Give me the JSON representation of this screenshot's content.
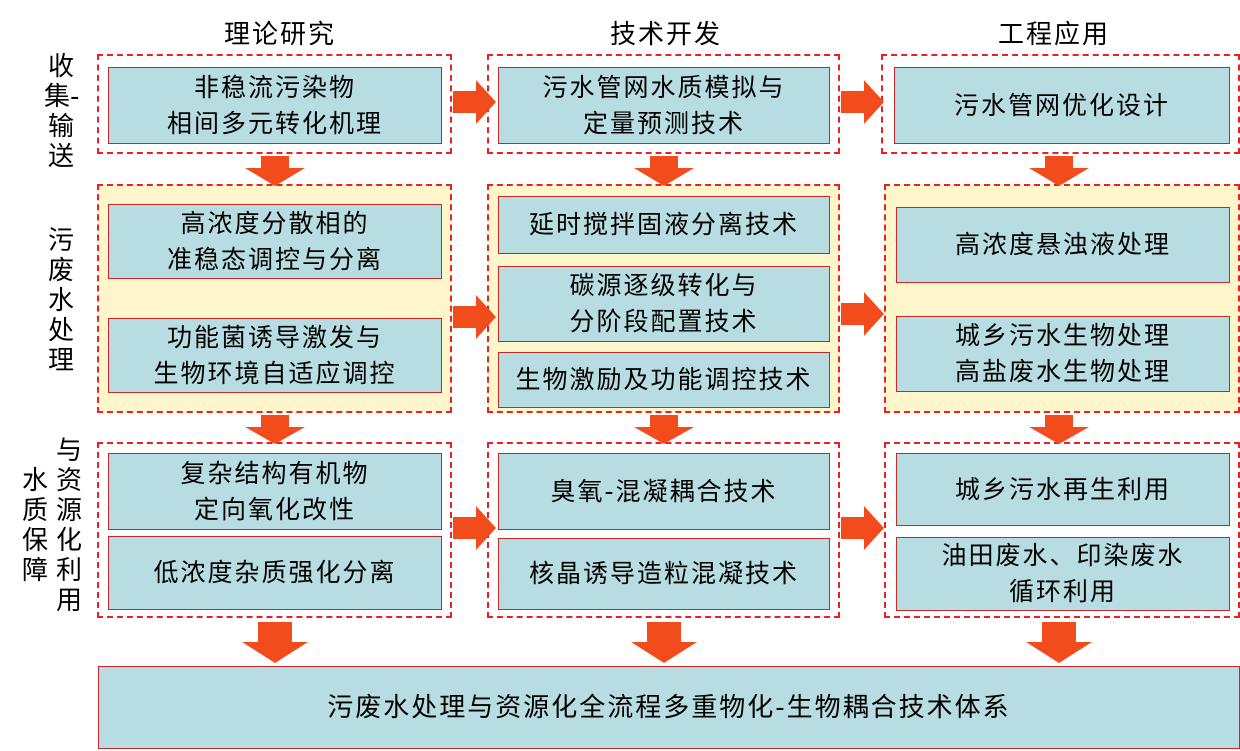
{
  "columns": {
    "theory": "理论研究",
    "tech": "技术开发",
    "engineering": "工程应用"
  },
  "rows": {
    "collect": "收集-输送",
    "treat": "污废水处理",
    "reuse_a": "与资源化利用",
    "reuse_b": "水质保障"
  },
  "boxes": {
    "r1_theory": "非稳流污染物\n相间多元转化机理",
    "r1_tech": "污水管网水质模拟与\n定量预测技术",
    "r1_eng": "污水管网优化设计",
    "r2_theory_1": "高浓度分散相的\n准稳态调控与分离",
    "r2_theory_2": "功能菌诱导激发与\n生物环境自适应调控",
    "r2_tech_1": "延时搅拌固液分离技术",
    "r2_tech_2": "碳源逐级转化与\n分阶段配置技术",
    "r2_tech_3": "生物激励及功能调控技术",
    "r2_eng_1": "高浓度悬浊液处理",
    "r2_eng_2": "城乡污水生物处理\n高盐废水生物处理",
    "r3_theory_1": "复杂结构有机物\n定向氧化改性",
    "r3_theory_2": "低浓度杂质强化分离",
    "r3_tech_1": "臭氧-混凝耦合技术",
    "r3_tech_2": "核晶诱导造粒混凝技术",
    "r3_eng_1": "城乡污水再生利用",
    "r3_eng_2": "油田废水、印染废水\n循环利用",
    "final": "污废水处理与资源化全流程多重物化-生物耦合技术体系"
  },
  "colors": {
    "box_fill": "#b7dde3",
    "group_border": "#e8202a",
    "highlight_fill": "#fff6cc",
    "arrow": "#f24b1c"
  }
}
